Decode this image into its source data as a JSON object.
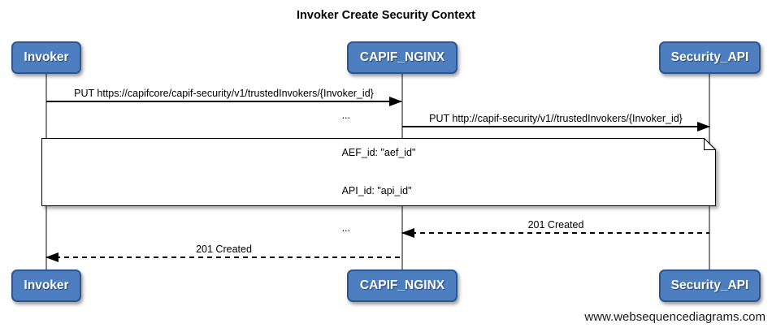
{
  "title": "Invoker Create Security Context",
  "actors": [
    {
      "id": "invoker",
      "label": "Invoker"
    },
    {
      "id": "capif_nginx",
      "label": "CAPIF_NGINX"
    },
    {
      "id": "security_api",
      "label": "Security_API"
    }
  ],
  "messages": [
    {
      "from": "Invoker",
      "to": "CAPIF_NGINX",
      "label": "PUT https://capifcore/capif-security/v1/trustedInvokers/{Invoker_id}",
      "line": "solid",
      "direction": "right"
    },
    {
      "from": "CAPIF_NGINX",
      "to": "Security_API",
      "label": "PUT http://capif-security/v1//trustedInvokers/{Invoker_id}",
      "line": "solid",
      "direction": "right"
    },
    {
      "from": "Security_API",
      "to": "CAPIF_NGINX",
      "label": "201 Created",
      "line": "dashed",
      "direction": "left"
    },
    {
      "from": "CAPIF_NGINX",
      "to": "Invoker",
      "label": "201 Created",
      "line": "dashed",
      "direction": "left"
    }
  ],
  "note": {
    "lines": [
      "...",
      "AEF_id: \"aef_id\"",
      "API_id: \"api_id\"",
      "..."
    ]
  },
  "footer": "www.websequencediagrams.com",
  "colors": {
    "actor_fill": "#4d7ec0",
    "actor_border": "#2d5591",
    "lifeline": "#848284",
    "message_line": "#000000",
    "note_fill": "#ffffff",
    "note_border": "#000000",
    "text": "#000000"
  }
}
